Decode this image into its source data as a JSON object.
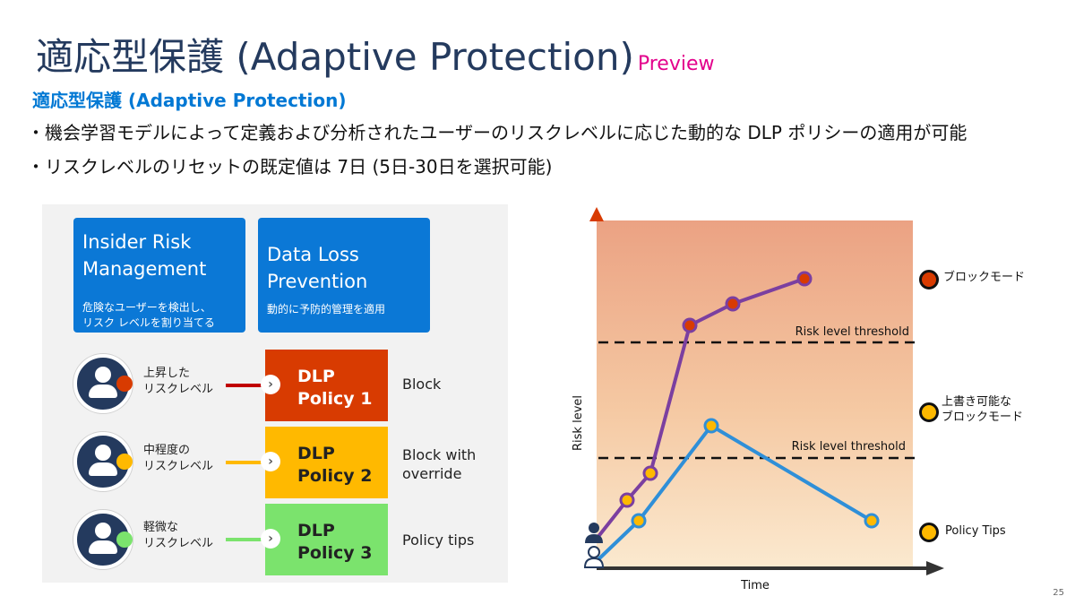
{
  "header": {
    "title": "適応型保護 (Adaptive Protection)",
    "preview_badge": "Preview",
    "subtitle": "適応型保護 (Adaptive Protection)",
    "bullets": [
      "・機会学習モデルによって定義および分析されたユーザーのリスクレベルに応じた動的な DLP ポリシーの適用が可能",
      "・リスクレベルのリセットの既定値は 7日 (5日-30日を選択可能)"
    ]
  },
  "left_panel": {
    "irm": {
      "title": "Insider Risk\nManagement",
      "desc": "危険なユーザーを検出し、\nリスク レベルを割り当てる"
    },
    "dlp": {
      "title": "Data Loss\nPrevention",
      "desc": "動的に予防的管理を適用"
    },
    "rows": [
      {
        "risk": "上昇した\nリスクレベル",
        "policy": "DLP\nPolicy 1",
        "action": "Block",
        "color": "#d83b01"
      },
      {
        "risk": "中程度の\nリスクレベル",
        "policy": "DLP\nPolicy 2",
        "action": "Block with\noverride",
        "color": "#ffb900"
      },
      {
        "risk": "軽微な\nリスクレベル",
        "policy": "DLP\nPolicy 3",
        "action": "Policy tips",
        "color": "#7be36d"
      }
    ]
  },
  "chart": {
    "y_label": "Risk level",
    "x_label": "Time",
    "threshold_labels": [
      "Risk level threshold",
      "Risk level threshold"
    ],
    "legend": [
      {
        "label": "ブロックモード",
        "color": "#d83b01"
      },
      {
        "label": "上書き可能な\nブロックモード",
        "color": "#ffb900"
      },
      {
        "label": "Policy Tips",
        "color": "#ffb900"
      }
    ],
    "colors": {
      "purple": "#7b3fa0",
      "blue": "#2f8fd8"
    }
  },
  "page_number": "25"
}
